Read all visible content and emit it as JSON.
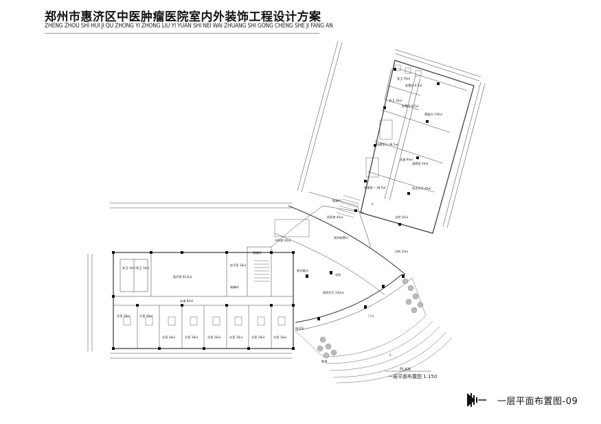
{
  "header": {
    "title": "郑州市惠济区中医肿瘤医院室内外装饰工程设计方案",
    "subtitle": "ZHENG ZHOU SHI HUI JI QU ZHONG YI ZHONG LIU YI YUAN SHI NEI  WAI ZHUANG SHI GONG CHENG SHE JI FANG AN"
  },
  "plan": {
    "label_en": "PLAN",
    "label_cn": "一层平面布置图 1:150"
  },
  "sheet": {
    "title": "一层平面布置图-09"
  },
  "rooms": {
    "r_wc1": "女卫 16㎡",
    "r_disp1": "处置间 8.5㎡",
    "r_wc2": "男卫 16㎡",
    "r_disp2": "处置间 8.5㎡",
    "r_tech": "预留口 136㎡",
    "r_treat2": "抢救室二 38.5㎡",
    "r_corr_n": "走道 94㎡",
    "r_obs": "观察室 29㎡",
    "r_treat1": "抢救室一 38.5㎡",
    "r_er": "急诊大厅 40㎡",
    "r_stair1": "楼梯间",
    "r_pharm": "西药房 40㎡",
    "r_tcm": "中药房 40㎡",
    "r_pay": "划价收费口",
    "r_inj": "注射 20㎡",
    "r_med": "内科 20㎡",
    "r_stair2": "楼梯间",
    "r_office": "挂号室 18㎡",
    "r_hall": "医院大厅 230㎡",
    "r_nurse": "导医",
    "r_reg": "划价窗口",
    "r_medroom": "医疗室 82.6㎡",
    "r_wc3": "女卫 16㎡",
    "r_wc4": "男卫 16㎡",
    "r_corr_w": "走道 84㎡",
    "r_c1": "诊室 18㎡",
    "r_c2": "诊室 18㎡",
    "r_c3": "诊室 18㎡",
    "r_c4": "诊室 18㎡",
    "r_c5": "诊室 18㎡",
    "r_c6": "诊室 18㎡",
    "r_c7": "诊室 18㎡",
    "r_c8": "诊室 18㎡",
    "r_elev": "电梯间",
    "r_lounge": "候诊区",
    "r_entry": "门斗",
    "r_ramp": "坡道",
    "r_up1": "上",
    "r_up2": "上"
  }
}
